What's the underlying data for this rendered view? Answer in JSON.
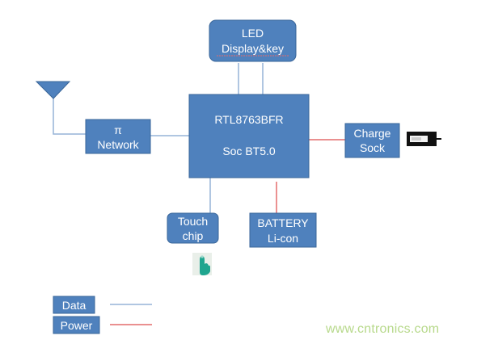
{
  "colors": {
    "box_fill": "#4f81bd",
    "box_stroke": "#3a6699",
    "data_line": "#95b3d7",
    "power_line": "#e46c6c",
    "text": "#ffffff",
    "watermark": "#b7d98b"
  },
  "blocks": {
    "led": {
      "line1": "LED",
      "line2": "Display&key"
    },
    "soc": {
      "line1": "RTL8763BFR",
      "line2": "Soc BT5.0"
    },
    "network": {
      "line1": "π",
      "line2": "Network"
    },
    "charge": {
      "line1": "Charge",
      "line2": "Sock"
    },
    "touch": {
      "line1": "Touch",
      "line2": "chip"
    },
    "battery": {
      "line1": "BATTERY",
      "line2": "Li-con"
    }
  },
  "legend": {
    "data_label": "Data",
    "power_label": "Power"
  },
  "icons": [
    "antenna-icon",
    "usb-cable-icon",
    "finger-touch-icon"
  ],
  "watermark": "www.cntronics.com"
}
